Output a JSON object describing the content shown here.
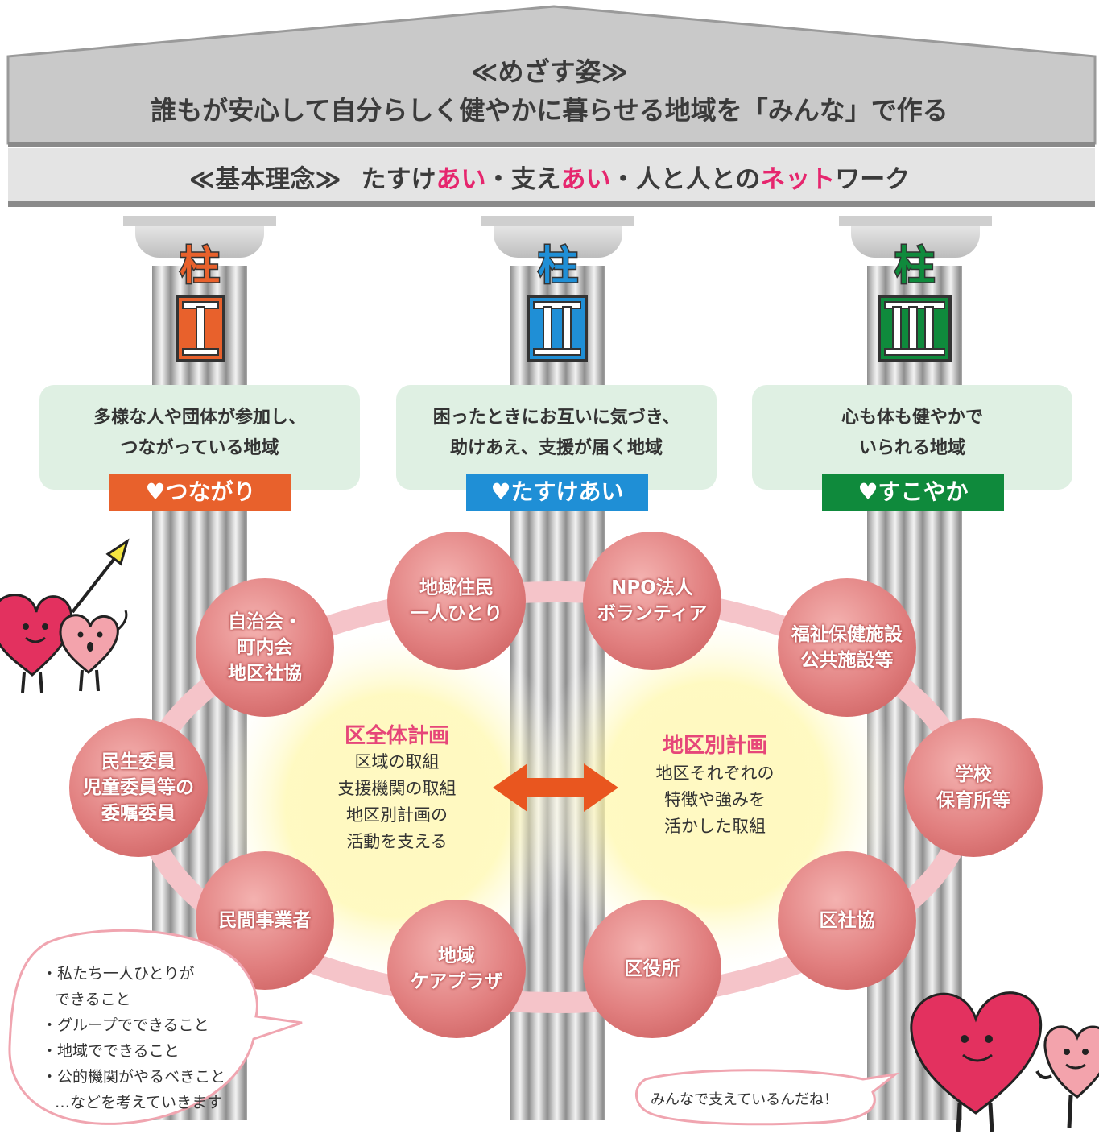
{
  "roof": {
    "vision_label": "≪めざす姿≫",
    "vision_text": "誰もが安心して自分らしく健やかに暮らせる地域を「みんな」で作る",
    "philosophy_label": "≪基本理念≫",
    "philosophy_parts": [
      "たすけ",
      "あい",
      "・支え",
      "あい",
      "・人と人との",
      "ネット",
      "ワーク"
    ]
  },
  "pillars": [
    {
      "kanji": "柱",
      "numeral": "I",
      "color": "#e8612c",
      "goal_lines": [
        "多様な人や団体が参加し、",
        "つながっている地域"
      ],
      "badge": "♥つながり"
    },
    {
      "kanji": "柱",
      "numeral": "II",
      "color": "#1f8fd6",
      "goal_lines": [
        "困ったときにお互いに気づき、",
        "助けあえ、支援が届く地域"
      ],
      "badge": "♥たすけあい"
    },
    {
      "kanji": "柱",
      "numeral": "III",
      "color": "#0f8a3c",
      "goal_lines": [
        "心も体も健やかで",
        "いられる地域"
      ],
      "badge": "♥すこやか"
    }
  ],
  "nodes": [
    {
      "lines": [
        "地域住民",
        "一人ひとり"
      ]
    },
    {
      "lines": [
        "NPO法人",
        "ボランティア"
      ]
    },
    {
      "lines": [
        "福祉保健施設",
        "公共施設等"
      ]
    },
    {
      "lines": [
        "学校",
        "保育所等"
      ]
    },
    {
      "lines": [
        "区社協"
      ]
    },
    {
      "lines": [
        "区役所"
      ]
    },
    {
      "lines": [
        "地域",
        "ケアプラザ"
      ]
    },
    {
      "lines": [
        "民間事業者"
      ]
    },
    {
      "lines": [
        "民生委員",
        "児童委員等の",
        "委嘱委員"
      ]
    },
    {
      "lines": [
        "自治会・",
        "町内会",
        "地区社協"
      ]
    }
  ],
  "plans": {
    "district_title": "区全体計画",
    "district_lines": [
      "区域の取組",
      "支援機関の取組",
      "地区別計画の",
      "活動を支える"
    ],
    "area_title": "地区別計画",
    "area_lines": [
      "地区それぞれの",
      "特徴や強みを",
      "活かした取組"
    ]
  },
  "speech_left": [
    "・私たち一人ひとりが",
    "できること",
    "・グループでできること",
    "・地域でできること",
    "・公的機関がやるべきこと",
    "…などを考えていきます"
  ],
  "speech_right": "みんなで支えているんだね！",
  "colors": {
    "accent_pink": "#e6266e",
    "roof_gray": "#c9c9c9",
    "node_red": "#e17f7f",
    "ring_pink": "#f5c4c9"
  }
}
